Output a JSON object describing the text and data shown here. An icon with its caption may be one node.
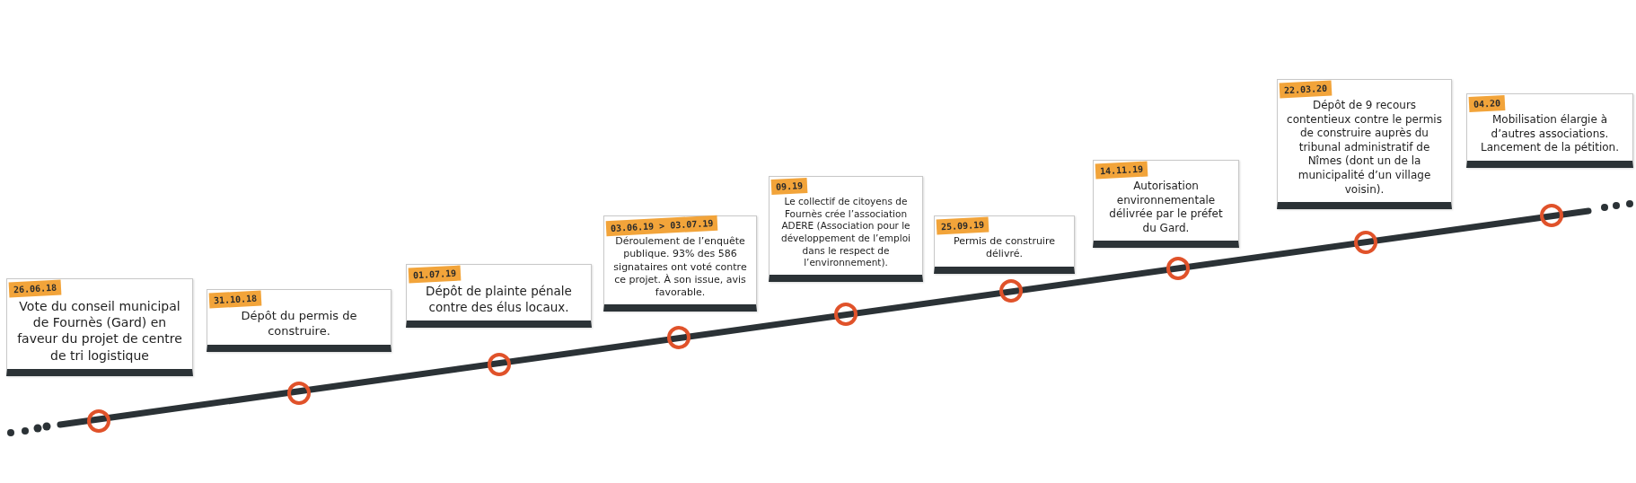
{
  "diagram": {
    "nodes": [
      {
        "text": [
          "26.06.18",
          "Vote du conseil municipal de Fournès (Gard) en faveur du projet de centre de tri logistique"
        ]
      },
      {
        "text": [
          "31.10.18",
          "Dépôt du permis de construire."
        ]
      },
      {
        "text": [
          "01.07.19",
          "Dépôt de plainte pénale contre des élus locaux."
        ]
      },
      {
        "text": [
          "03.06.19 > 03.07.19",
          "Déroulement de l’enquête publique. 93% des 586 signataires ont voté contre ce projet. À son issue, avis favorable."
        ]
      },
      {
        "text": [
          "09.19",
          "Le collectif de citoyens de Fournès crée l’association ADERE (Association pour le développement de l’emploi dans le respect de l’environnement)."
        ]
      },
      {
        "text": [
          "25.09.19",
          "Permis de construire délivré."
        ]
      },
      {
        "text": [
          "14.11.19",
          "Autorisation environnementale délivrée par le préfet du Gard."
        ]
      },
      {
        "text": [
          "22.03.20",
          "Dépôt de 9 recours contentieux contre le permis de construire auprès du tribunal administratif de Nîmes (dont un de la municipalité d’un village voisin)."
        ]
      },
      {
        "text": [
          "04.20",
          "Mobilisation élargie à d’autres associations. Lancement de la pétition."
        ]
      }
    ]
  }
}
